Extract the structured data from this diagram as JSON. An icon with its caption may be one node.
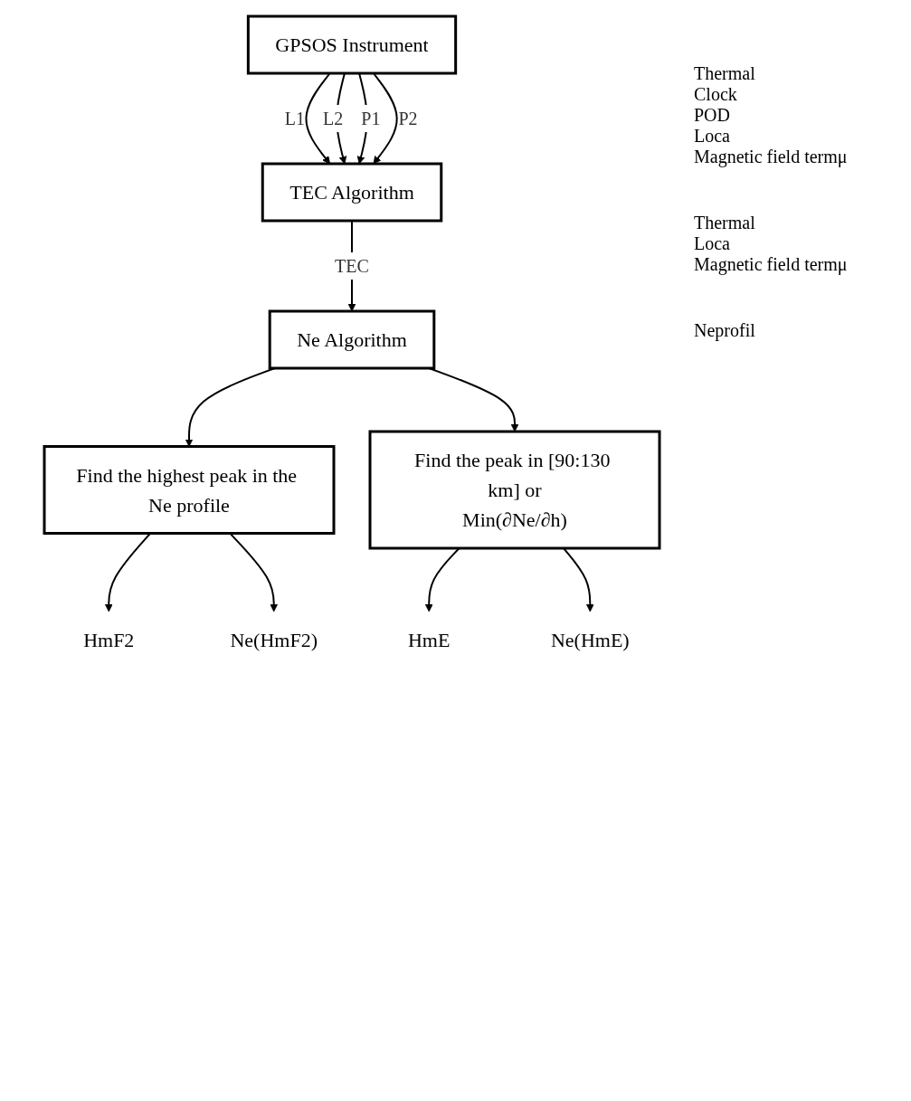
{
  "diagram": {
    "nodes": [
      {
        "text": [
          "GPSOS Instrument"
        ]
      },
      {
        "text": [
          "TEC Algorithm"
        ]
      },
      {
        "text": [
          "Ne Algorithm"
        ]
      },
      {
        "text": [
          "Find the highest peak in the Ne profile"
        ]
      },
      {
        "text": [
          "Find the peak in [90:130 km] or",
          "Min(∂Ne/∂h)"
        ]
      },
      {
        "text": [
          "HmF2"
        ]
      },
      {
        "text": [
          "Ne(HmF2)"
        ]
      },
      {
        "text": [
          "HmE"
        ]
      },
      {
        "text": [
          "Ne(HmE)"
        ]
      }
    ],
    "edges": [
      {
        "from": 0,
        "to": 1,
        "arrow": "to",
        "label": "L1"
      },
      {
        "from": 0,
        "to": 1,
        "arrow": "to",
        "label": "L2"
      },
      {
        "from": 0,
        "to": 1,
        "arrow": "to",
        "label": "P1"
      },
      {
        "from": 0,
        "to": 1,
        "arrow": "to",
        "label": "P2"
      },
      {
        "from": 1,
        "to": 2,
        "arrow": "to",
        "label": "TEC"
      },
      {
        "from": 2,
        "to": 3,
        "arrow": "to"
      },
      {
        "from": 2,
        "to": 4,
        "arrow": "to"
      },
      {
        "from": 3,
        "to": 5,
        "arrow": "to"
      },
      {
        "from": 3,
        "to": 6,
        "arrow": "to"
      },
      {
        "from": 4,
        "to": 7,
        "arrow": "to"
      },
      {
        "from": 4,
        "to": 8,
        "arrow": "to"
      }
    ],
    "labels": [
      "Thermal",
      "Clock",
      "POD",
      "Loca",
      "Magnetic field termμ",
      "Thermal",
      "Loca",
      "Magnetic field termμ",
      "Neprofil"
    ]
  }
}
